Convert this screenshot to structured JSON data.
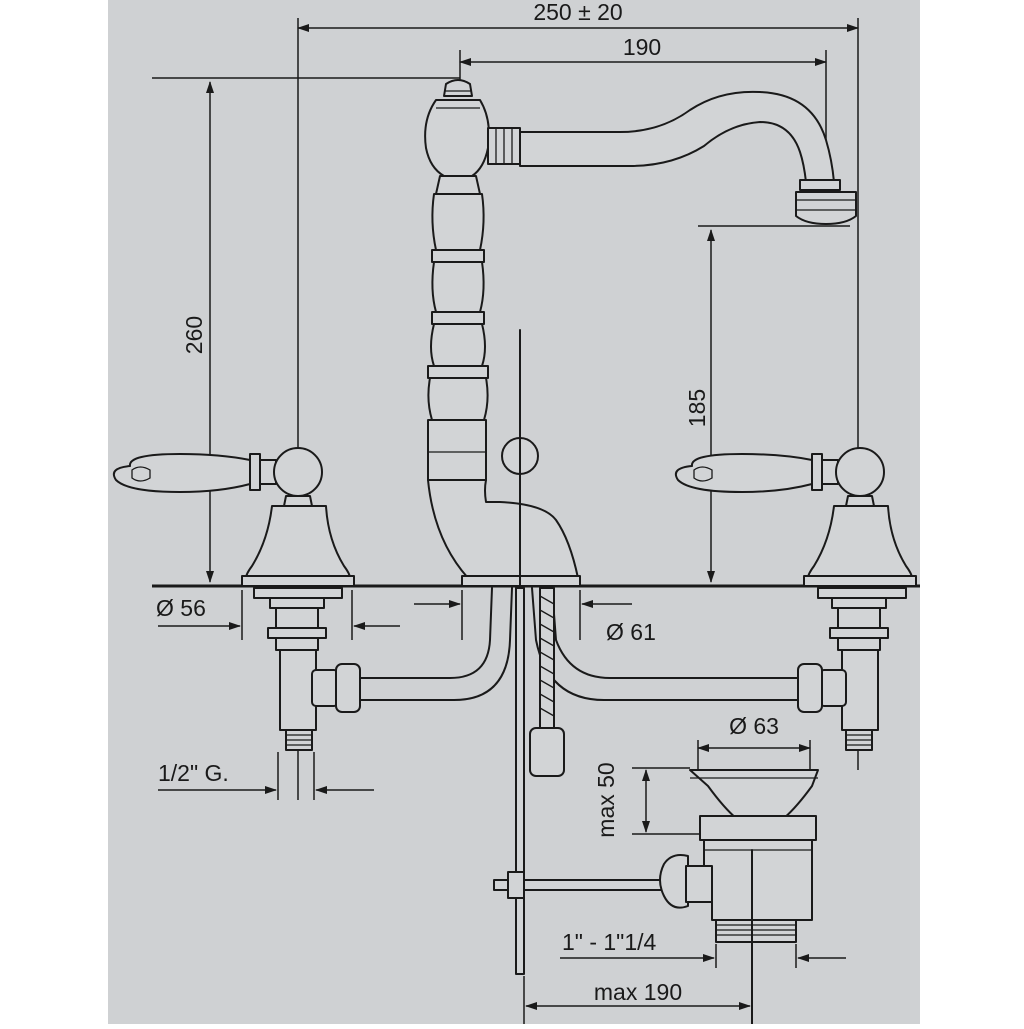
{
  "colors": {
    "background": "#cfd1d3",
    "page": "#ffffff",
    "line": "#1a1a1a"
  },
  "dimensions": {
    "overall_width": "250 ± 20",
    "spout_reach": "190",
    "total_height": "260",
    "spout_height": "185",
    "handle_base_diameter": "Ø 56",
    "spout_base_diameter": "Ø 61",
    "pipe_thread": "1/2\" G.",
    "drain_diameter": "Ø 63",
    "drain_height": "max 50",
    "drain_thread": "1\" - 1\"1/4",
    "rod_length": "max 190"
  }
}
